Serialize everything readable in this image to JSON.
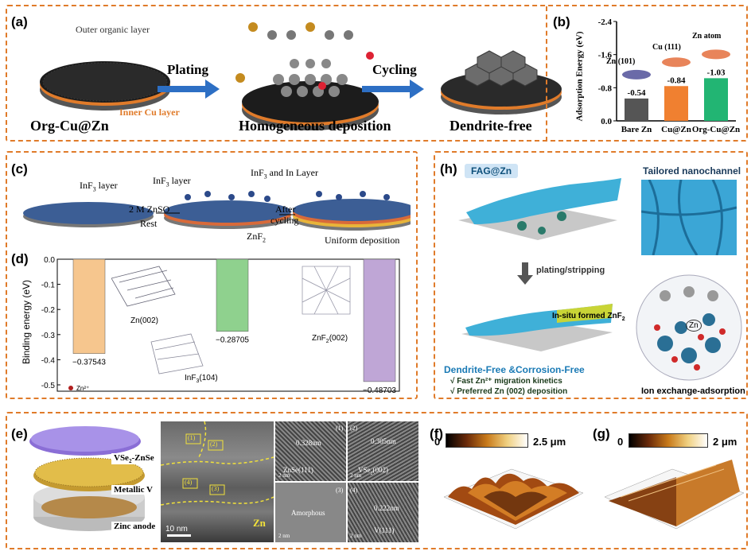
{
  "panels": {
    "a": "(a)",
    "b": "(b)",
    "c": "(c)",
    "d": "(d)",
    "e": "(e)",
    "f": "(f)",
    "g": "(g)",
    "h": "(h)"
  },
  "a": {
    "outer": "Outer organic layer",
    "inner": "Inner Cu layer",
    "plating": "Plating",
    "cycling": "Cycling",
    "orgcu": "Org-Cu@Zn",
    "homog": "Homogeneous deposition",
    "dendrite": "Dendrite-free"
  },
  "b": {
    "ylabel": "Adsorption Energy (eV)",
    "ticks": [
      "-2.4",
      "-1.6",
      "-0.8",
      "0.0"
    ],
    "anno": [
      "Zn (101)",
      "Cu (111)",
      "Zn atom"
    ],
    "chart_data": {
      "type": "bar",
      "categories": [
        "Bare Zn",
        "Cu@Zn",
        "Org-Cu@Zn"
      ],
      "values": [
        -0.54,
        -0.84,
        -1.03
      ],
      "labels": [
        "-0.54",
        "-0.84",
        "-1.03"
      ],
      "ylabel": "Adsorption Energy (eV)",
      "ylim": [
        0,
        -2.4
      ],
      "colors": [
        "#555555",
        "#f08030",
        "#22b573"
      ]
    }
  },
  "c": {
    "inf3": "InF",
    "inf3sub": "3",
    "inf3b": "layer",
    "inf3layer": "InF",
    "inf3layersub": "3",
    "inf3layerb": "layer",
    "inf3in": "InF",
    "inf3insub": "3",
    "inf3inb": "and In Layer",
    "znso": "2 M ZnSO",
    "rest": "Rest",
    "zn2": "ZnF",
    "zn2sub": "2",
    "after": "After",
    "cyc": "cycling",
    "uniform": "Uniform deposition"
  },
  "d": {
    "ylabel": "Binding energy (eV)",
    "ticks": [
      "0.0",
      "-0.1",
      "-0.2",
      "-0.3",
      "-0.4",
      "-0.5"
    ],
    "zn": "Zn(002)",
    "inf": "InF",
    "infsub": "3",
    "infb": "(104)",
    "znf": "ZnF",
    "znfsub": "2",
    "znfb": "(002)",
    "legend": "Zn²⁺",
    "chart_data": {
      "type": "bar",
      "categories": [
        "Zn(002)",
        "InF3(104)",
        "ZnF2(002)"
      ],
      "values": [
        -0.37543,
        -0.28705,
        -0.48703
      ],
      "labels": [
        "−0.37543",
        "−0.28705",
        "−0.48703"
      ],
      "ylabel": "Binding energy (eV)",
      "ylim": [
        0,
        -0.5
      ],
      "colors": [
        "#f6c68e",
        "#8fd18e",
        "#bfa6d6"
      ]
    }
  },
  "e": {
    "vse": "VSe",
    "vsesub": "2",
    "vseb": "-ZnSe",
    "mv": "Metallic V",
    "za": "Zinc anode",
    "scale": "10 nm",
    "zn": "Zn",
    "l1": "(1)",
    "l2": "(2)",
    "l3": "(3)",
    "l4": "(4)",
    "d1": "0.328nm",
    "p1": "ZnSe(111)",
    "d2": "0.305nm",
    "p2": "VSe",
    "p2sub": "2",
    "p2b": "(002)",
    "p3": "Amorphous",
    "d4": "0.222nm",
    "p4": "V(111)",
    "s1": "2 nm",
    "s2": "2 nm",
    "s3": "2 nm",
    "s4": "2 nm"
  },
  "f": {
    "min": "0",
    "max": "2.5 μm"
  },
  "g": {
    "min": "0",
    "max": "2 μm"
  },
  "h": {
    "fag": "FAG@Zn",
    "tailored": "Tailored nanochannel",
    "plating": "plating/stripping",
    "insitu": "In-situ formed ZnF",
    "insitusub": "2",
    "df": "Dendrite-Free &Corrosion-Free",
    "k1": "√ Fast Zn²⁺ migration kinetics",
    "k2": "√ Preferred Zn (002) deposition",
    "ion": "Ion exchange-adsorption",
    "zn": "Zn"
  }
}
